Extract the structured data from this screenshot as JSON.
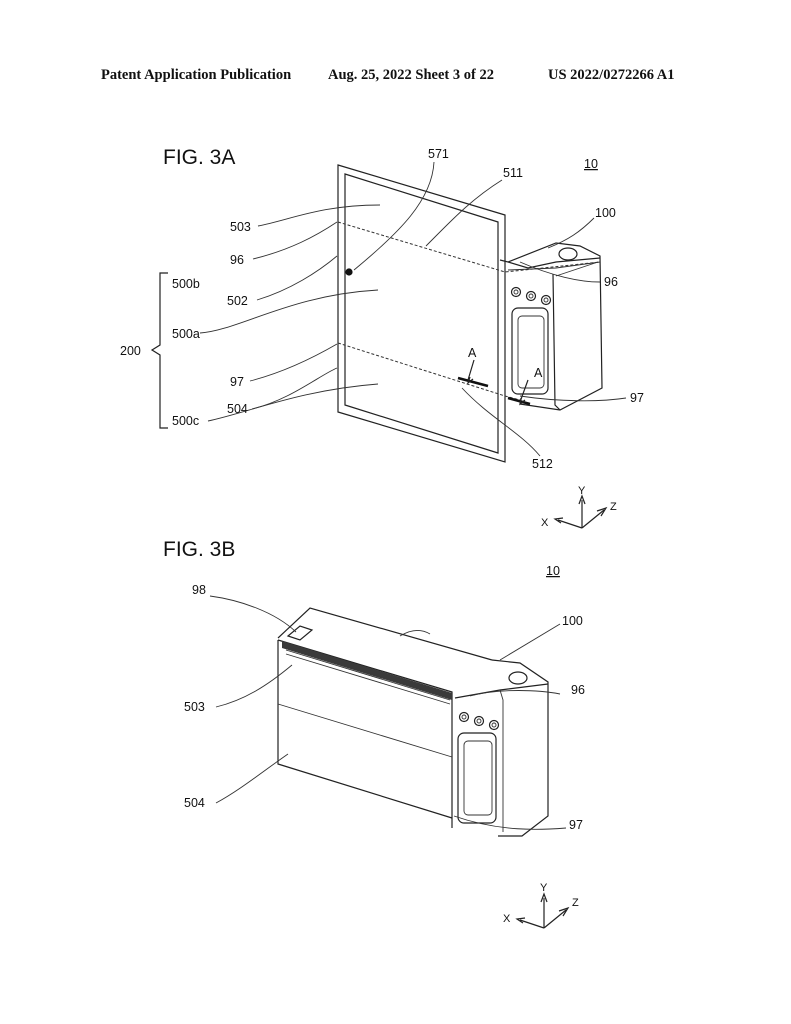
{
  "header": {
    "publication": "Patent Application Publication",
    "date_sheet": "Aug. 25, 2022  Sheet 3 of 22",
    "number": "US 2022/0272266 A1"
  },
  "fig3a": {
    "title": "FIG. 3A",
    "ref": "10",
    "labels": {
      "l571": "571",
      "l511": "511",
      "l100": "100",
      "l503": "503",
      "l96a": "96",
      "l96b": "96",
      "l500b": "500b",
      "l502": "502",
      "l500a": "500a",
      "l200": "200",
      "lA1": "A",
      "lA2": "A",
      "l97a": "97",
      "l97b": "97",
      "l504": "504",
      "l500c": "500c",
      "l512": "512"
    },
    "axes": {
      "x": "X",
      "y": "Y",
      "z": "Z"
    }
  },
  "fig3b": {
    "title": "FIG. 3B",
    "ref": "10",
    "labels": {
      "l98": "98",
      "l100": "100",
      "l96": "96",
      "l503": "503",
      "l504": "504",
      "l97": "97"
    },
    "axes": {
      "x": "X",
      "y": "Y",
      "z": "Z"
    }
  }
}
